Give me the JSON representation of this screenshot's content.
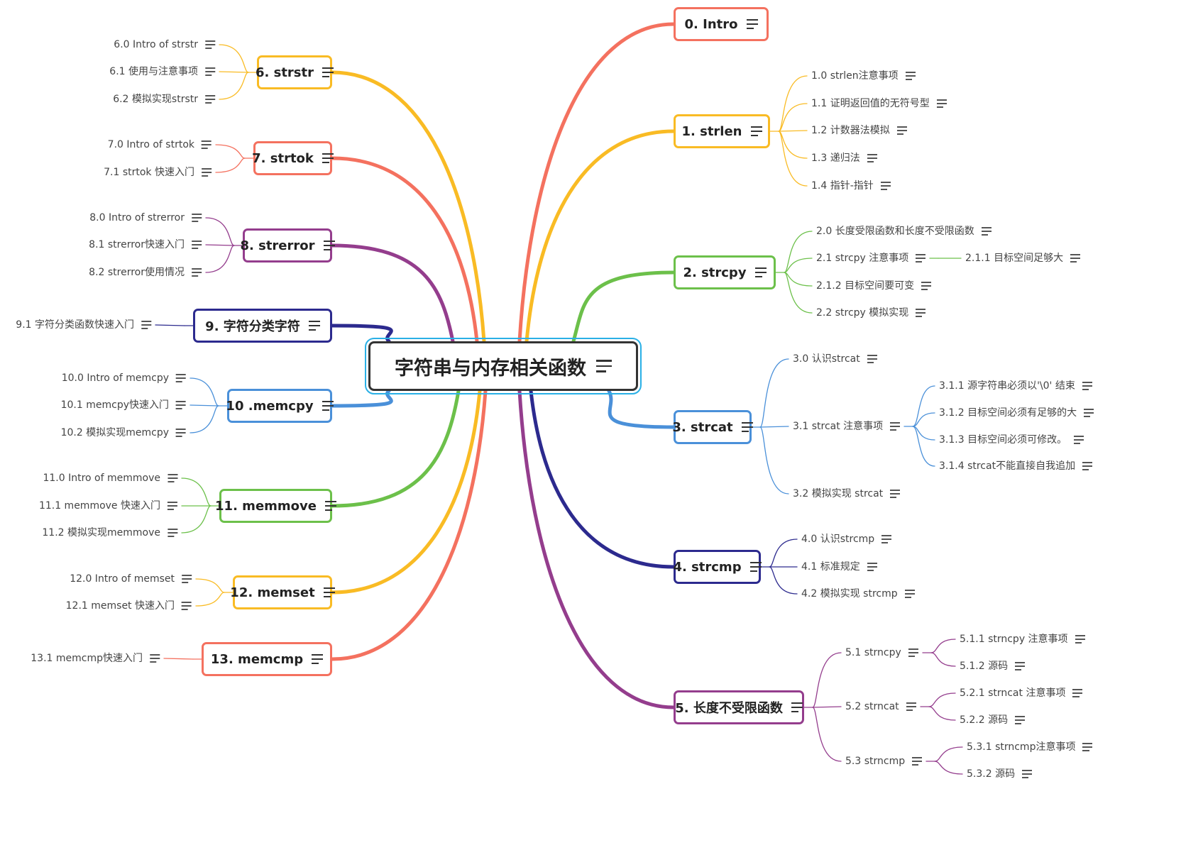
{
  "central": "字符串与内存相关函数",
  "colors": {
    "red": "#f4715f",
    "orange": "#f9bb24",
    "green": "#6cc04a",
    "blue": "#4a90d9",
    "navy": "#2c2a8e",
    "purple": "#943d8d"
  },
  "icon": "notes-icon",
  "branches": [
    {
      "label": "0. Intro",
      "color": "#f4715f",
      "side": "right",
      "items": []
    },
    {
      "label": "1. strlen",
      "color": "#f9bb24",
      "side": "right",
      "items": [
        {
          "label": "1.0 strlen注意事项"
        },
        {
          "label": "1.1 证明返回值的无符号型"
        },
        {
          "label": "1.2 计数器法模拟"
        },
        {
          "label": "1.3 递归法"
        },
        {
          "label": "1.4 指针-指针"
        }
      ]
    },
    {
      "label": "2. strcpy",
      "color": "#6cc04a",
      "side": "right",
      "items": [
        {
          "label": "2.0 长度受限函数和长度不受限函数"
        },
        {
          "label": "2.1 strcpy 注意事项",
          "children": [
            {
              "label": "2.1.1 目标空间足够大"
            }
          ]
        },
        {
          "label": "2.1.2 目标空间要可变"
        },
        {
          "label": "2.2 strcpy 模拟实现"
        }
      ]
    },
    {
      "label": "3. strcat",
      "color": "#4a90d9",
      "side": "right",
      "items": [
        {
          "label": "3.0 认识strcat"
        },
        {
          "label": "3.1 strcat 注意事项",
          "children": [
            {
              "label": "3.1.1 源字符串必须以'\\0' 结束"
            },
            {
              "label": "3.1.2 目标空间必须有足够的大"
            },
            {
              "label": "3.1.3 目标空间必须可修改。"
            },
            {
              "label": "3.1.4 strcat不能直接自我追加"
            }
          ]
        },
        {
          "label": "3.2 模拟实现 strcat"
        }
      ]
    },
    {
      "label": "4. strcmp",
      "color": "#2c2a8e",
      "side": "right",
      "items": [
        {
          "label": "4.0 认识strcmp"
        },
        {
          "label": "4.1 标准规定"
        },
        {
          "label": "4.2 模拟实现 strcmp"
        }
      ]
    },
    {
      "label": "5. 长度不受限函数",
      "color": "#943d8d",
      "side": "right",
      "items": [
        {
          "label": "5.1 strncpy",
          "children": [
            {
              "label": "5.1.1 strncpy 注意事项"
            },
            {
              "label": "5.1.2 源码"
            }
          ]
        },
        {
          "label": "5.2 strncat",
          "children": [
            {
              "label": "5.2.1 strncat 注意事项"
            },
            {
              "label": "5.2.2 源码"
            }
          ]
        },
        {
          "label": "5.3 strncmp",
          "children": [
            {
              "label": "5.3.1 strncmp注意事项"
            },
            {
              "label": "5.3.2 源码"
            }
          ]
        }
      ]
    },
    {
      "label": "6. strstr",
      "color": "#f9bb24",
      "side": "left",
      "items": [
        {
          "label": "6.0 Intro of strstr"
        },
        {
          "label": "6.1 使用与注意事项"
        },
        {
          "label": "6.2 模拟实现strstr"
        }
      ]
    },
    {
      "label": "7. strtok",
      "color": "#f4715f",
      "side": "left",
      "items": [
        {
          "label": "7.0 Intro of strtok"
        },
        {
          "label": "7.1 strtok 快速入门"
        }
      ]
    },
    {
      "label": "8. strerror",
      "color": "#943d8d",
      "side": "left",
      "items": [
        {
          "label": "8.0 Intro of strerror"
        },
        {
          "label": "8.1 strerror快速入门"
        },
        {
          "label": "8.2 strerror使用情况"
        }
      ]
    },
    {
      "label": "9. 字符分类字符",
      "color": "#2c2a8e",
      "side": "left",
      "items": [
        {
          "label": "9.1 字符分类函数快速入门"
        }
      ]
    },
    {
      "label": "10 .memcpy",
      "color": "#4a90d9",
      "side": "left",
      "items": [
        {
          "label": "10.0 Intro of memcpy"
        },
        {
          "label": "10.1 memcpy快速入门"
        },
        {
          "label": "10.2 模拟实现memcpy"
        }
      ]
    },
    {
      "label": "11. memmove",
      "color": "#6cc04a",
      "side": "left",
      "items": [
        {
          "label": "11.0 Intro of memmove"
        },
        {
          "label": "11.1 memmove 快速入门"
        },
        {
          "label": "11.2 模拟实现memmove"
        }
      ]
    },
    {
      "label": "12. memset",
      "color": "#f9bb24",
      "side": "left",
      "items": [
        {
          "label": "12.0 Intro of memset"
        },
        {
          "label": "12.1 memset 快速入门"
        }
      ]
    },
    {
      "label": "13. memcmp",
      "color": "#f4715f",
      "side": "left",
      "items": [
        {
          "label": "13.1 memcmp快速入门"
        }
      ]
    }
  ]
}
